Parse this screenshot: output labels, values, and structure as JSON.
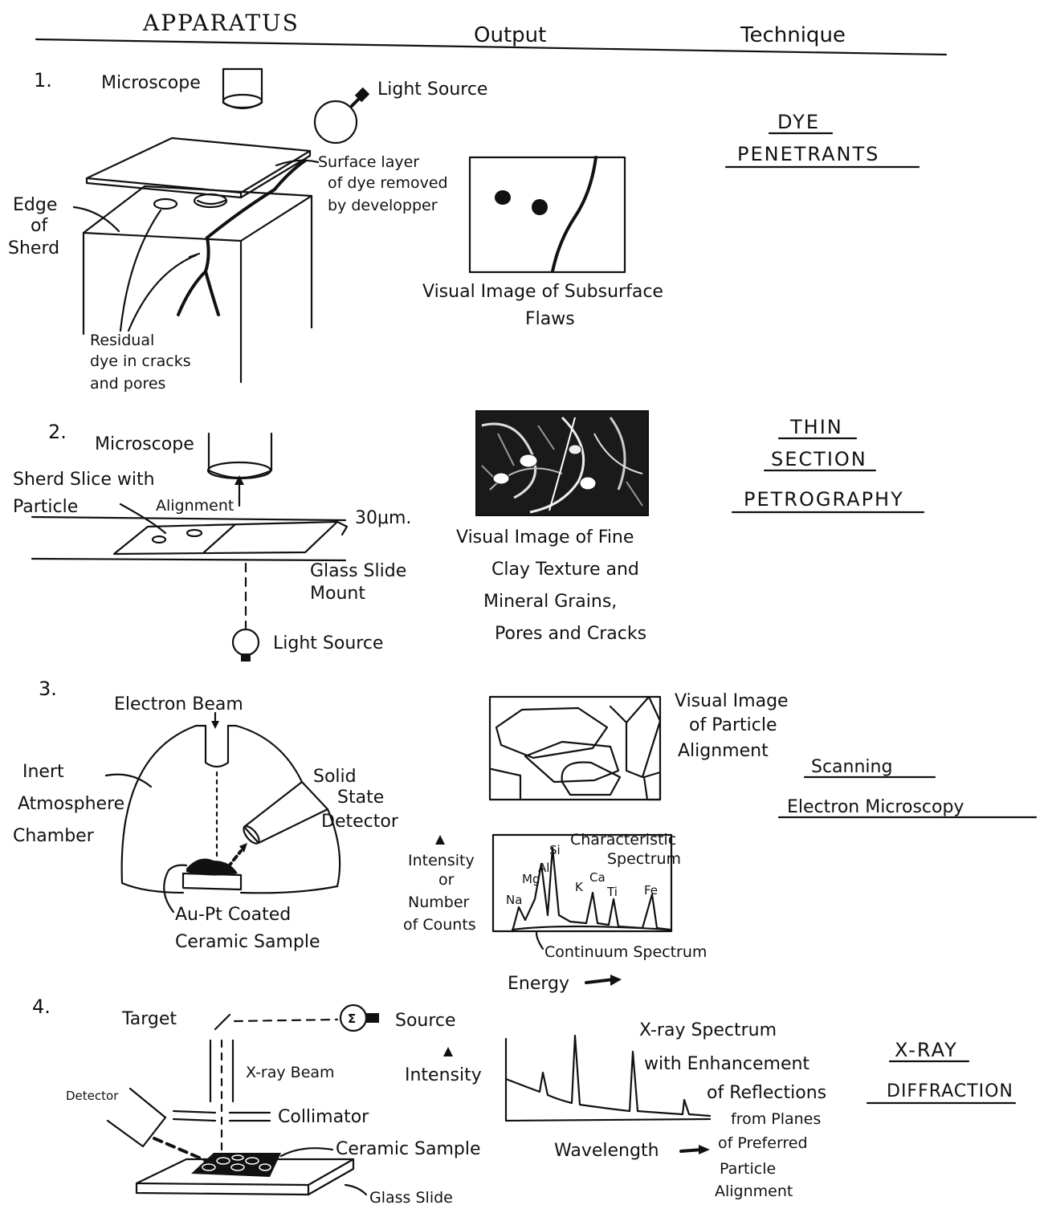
{
  "header": {
    "apparatus": "APPARATUS",
    "output": "Output",
    "technique": "Technique"
  },
  "section1": {
    "number": "1.",
    "microscope": "Microscope",
    "light_source": "Light Source",
    "surface_layer": [
      "Surface layer",
      "of dye removed",
      "by developper"
    ],
    "edge_of_sherd": [
      "Edge",
      "of",
      "Sherd"
    ],
    "residual_dye": [
      "Residual",
      "dye in cracks",
      "and pores"
    ],
    "output_caption": [
      "Visual Image of Subsurface",
      "Flaws"
    ],
    "technique": [
      "DYE",
      "PENETRANTS"
    ]
  },
  "section2": {
    "number": "2.",
    "microscope": "Microscope",
    "sherd_slice": [
      "Sherd Slice with",
      "Particle"
    ],
    "alignment": "Alignment",
    "thickness": "30μm.",
    "glass_slide": [
      "Glass Slide",
      "Mount"
    ],
    "light_source": "Light Source",
    "output_caption": [
      "Visual Image of Fine",
      "Clay Texture and",
      "Mineral Grains,",
      "Pores and Cracks"
    ],
    "technique": [
      "THIN",
      "SECTION",
      "PETROGRAPHY"
    ]
  },
  "section3": {
    "number": "3.",
    "electron_beam": "Electron Beam",
    "inert_chamber": [
      "Inert",
      "Atmosphere",
      "Chamber"
    ],
    "detector": [
      "Solid",
      "State",
      "Detector"
    ],
    "sample": [
      "Au-Pt Coated",
      "Ceramic Sample"
    ],
    "output_caption_image": [
      "Visual Image",
      "of Particle",
      "Alignment"
    ],
    "y_label": [
      "Intensity",
      "or",
      "Number",
      "of Counts"
    ],
    "x_label": "Energy",
    "characteristic_spectrum": [
      "Characteristic",
      "Spectrum"
    ],
    "continuum_spectrum": "Continuum Spectrum",
    "peak_labels": [
      "Na",
      "Mg",
      "Al",
      "Si",
      "K",
      "Ca",
      "Ti",
      "Fe"
    ],
    "technique": [
      "Scanning",
      "Electron Microscopy"
    ]
  },
  "section4": {
    "number": "4.",
    "target": "Target",
    "source": "Source",
    "xray_beam": "X-ray Beam",
    "detector": "Detector",
    "collimator": "Collimator",
    "sample": "Ceramic Sample",
    "glass_slide": "Glass Slide",
    "y_label": "Intensity",
    "x_label": "Wavelength",
    "spectrum_caption": [
      "X-ray Spectrum",
      "with Enhancement",
      "of Reflections",
      "from Planes",
      "of Preferred",
      "Particle",
      "Alignment"
    ],
    "technique": [
      "X-RAY",
      "DIFFRACTION"
    ]
  }
}
